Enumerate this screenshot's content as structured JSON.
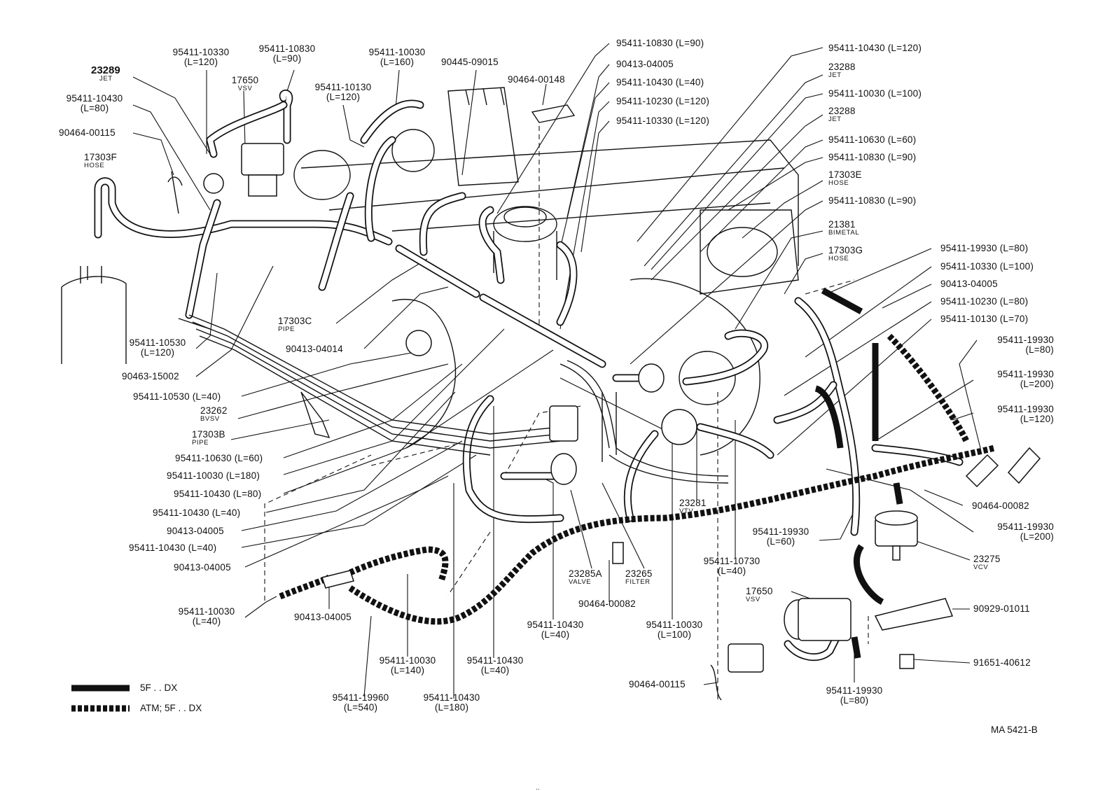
{
  "parts": {
    "p01": {
      "pn": "95411-10330",
      "sub": "(L=120)"
    },
    "p02": {
      "pn": "95411-10830",
      "sub": "(L=90)"
    },
    "p03": {
      "pn": "95411-10030",
      "sub": "(L=160)"
    },
    "p04": {
      "pn": "90445-09015"
    },
    "p05": {
      "pn": "23289",
      "sub": "JET"
    },
    "p06": {
      "pn": "17650",
      "sub": "VSV"
    },
    "p07": {
      "pn": "95411-10130",
      "sub": "(L=120)"
    },
    "p08": {
      "pn": "90464-00148"
    },
    "p09": {
      "pn": "95411-10430",
      "sub": "(L=80)"
    },
    "p10": {
      "pn": "90464-00115"
    },
    "p11": {
      "pn": "17303F",
      "sub": "HOSE"
    },
    "p12": {
      "pn": "95411-10830 (L=90)"
    },
    "p13": {
      "pn": "90413-04005"
    },
    "p14": {
      "pn": "95411-10430 (L=40)"
    },
    "p15": {
      "pn": "95411-10230 (L=120)"
    },
    "p16": {
      "pn": "95411-10330 (L=120)"
    },
    "p17": {
      "pn": "95411-10430 (L=120)"
    },
    "p18": {
      "pn": "23288",
      "sub": "JET"
    },
    "p19": {
      "pn": "95411-10030 (L=100)"
    },
    "p20": {
      "pn": "23288",
      "sub": "JET"
    },
    "p21": {
      "pn": "95411-10630 (L=60)"
    },
    "p22": {
      "pn": "95411-10830 (L=90)"
    },
    "p23": {
      "pn": "17303E",
      "sub": "HOSE"
    },
    "p24": {
      "pn": "95411-10830 (L=90)"
    },
    "p25": {
      "pn": "21381",
      "sub": "BIMETAL"
    },
    "p26": {
      "pn": "17303G",
      "sub": "HOSE"
    },
    "p27": {
      "pn": "95411-19930 (L=80)"
    },
    "p28": {
      "pn": "95411-10330 (L=100)"
    },
    "p29": {
      "pn": "90413-04005"
    },
    "p30": {
      "pn": "95411-10230 (L=80)"
    },
    "p31": {
      "pn": "95411-10130 (L=70)"
    },
    "p32": {
      "pn": "95411-19930",
      "sub": "(L=80)"
    },
    "p33": {
      "pn": "95411-19930",
      "sub": "(L=200)"
    },
    "p34": {
      "pn": "95411-19930",
      "sub": "(L=120)"
    },
    "p35": {
      "pn": "90464-00082"
    },
    "p36": {
      "pn": "95411-19930",
      "sub": "(L=200)"
    },
    "p37": {
      "pn": "23275",
      "sub": "VCV"
    },
    "p38": {
      "pn": "90929-01011"
    },
    "p39": {
      "pn": "91651-40612"
    },
    "p40": {
      "pn": "95411-19930",
      "sub": "(L=80)"
    },
    "p41": {
      "pn": "90464-00115"
    },
    "p42": {
      "pn": "17650",
      "sub": "VSV"
    },
    "p43": {
      "pn": "95411-19930",
      "sub": "(L=60)"
    },
    "p44": {
      "pn": "95411-10730",
      "sub": "(L=40)"
    },
    "p45": {
      "pn": "23281",
      "sub": "VTV"
    },
    "p46": {
      "pn": "95411-10030",
      "sub": "(L=100)"
    },
    "p47": {
      "pn": "23265",
      "sub": "FILTER"
    },
    "p48": {
      "pn": "23285A",
      "sub": "VALVE"
    },
    "p49": {
      "pn": "90464-00082"
    },
    "p50": {
      "pn": "95411-10430",
      "sub": "(L=40)"
    },
    "p51": {
      "pn": "95411-10430",
      "sub": "(L=40)"
    },
    "p52": {
      "pn": "95411-10430",
      "sub": "(L=180)"
    },
    "p53": {
      "pn": "95411-10030",
      "sub": "(L=140)"
    },
    "p54": {
      "pn": "95411-19960",
      "sub": "(L=540)"
    },
    "p55": {
      "pn": "90413-04005"
    },
    "p56": {
      "pn": "95411-10030",
      "sub": "(L=40)"
    },
    "p57": {
      "pn": "90413-04005"
    },
    "p58": {
      "pn": "95411-10430 (L=40)"
    },
    "p59": {
      "pn": "90413-04005"
    },
    "p60": {
      "pn": "95411-10430 (L=40)"
    },
    "p61": {
      "pn": "95411-10430 (L=80)"
    },
    "p62": {
      "pn": "95411-10030 (L=180)"
    },
    "p63": {
      "pn": "95411-10630 (L=60)"
    },
    "p64": {
      "pn": "17303B",
      "sub": "PIPE"
    },
    "p65": {
      "pn": "23262",
      "sub": "BVSV"
    },
    "p66": {
      "pn": "95411-10530 (L=40)"
    },
    "p67": {
      "pn": "90463-15002"
    },
    "p68": {
      "pn": "95411-10530",
      "sub": "(L=120)"
    },
    "p69": {
      "pn": "90413-04014"
    },
    "p70": {
      "pn": "17303C",
      "sub": "PIPE"
    }
  },
  "legend": {
    "solid_label": "5F . . DX",
    "dotted_label": "ATM; 5F . . DX"
  },
  "diagram_code": "MA 5421-B"
}
